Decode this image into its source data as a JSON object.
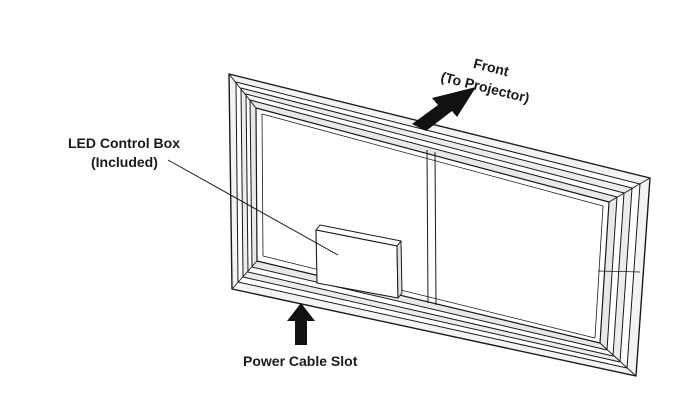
{
  "labels": {
    "front_line1": "Front",
    "front_line2": "(To Projector)",
    "led_line1": "LED Control Box",
    "led_line2": "(Included)",
    "power_slot": "Power Cable Slot"
  },
  "colors": {
    "line": "#1a1a1a",
    "frame_fill": "#f2f2f2",
    "arrow": "#111111"
  }
}
